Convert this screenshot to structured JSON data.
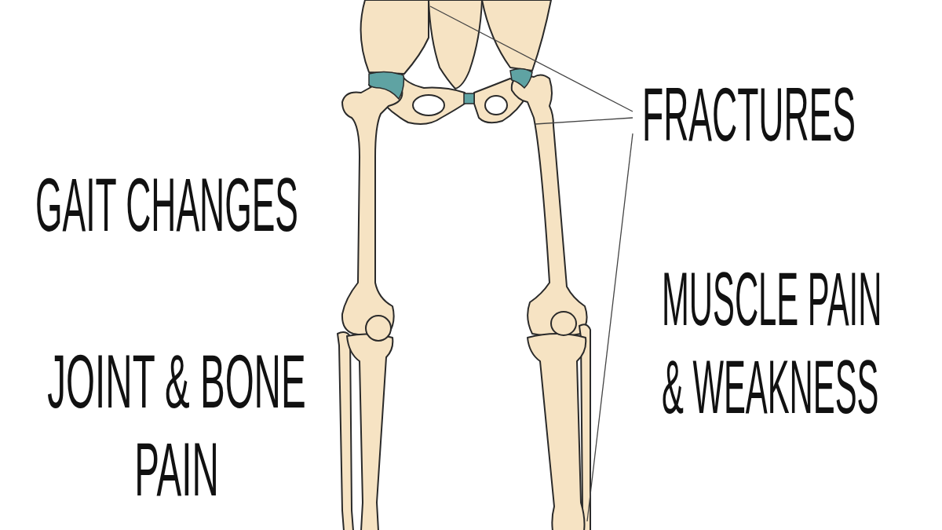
{
  "diagram": {
    "labels": [
      "FRACTURES",
      "GAIT CHANGES",
      "JOINT & BONE PAIN",
      "MUSCLE PAIN & WEAKNESS"
    ]
  }
}
